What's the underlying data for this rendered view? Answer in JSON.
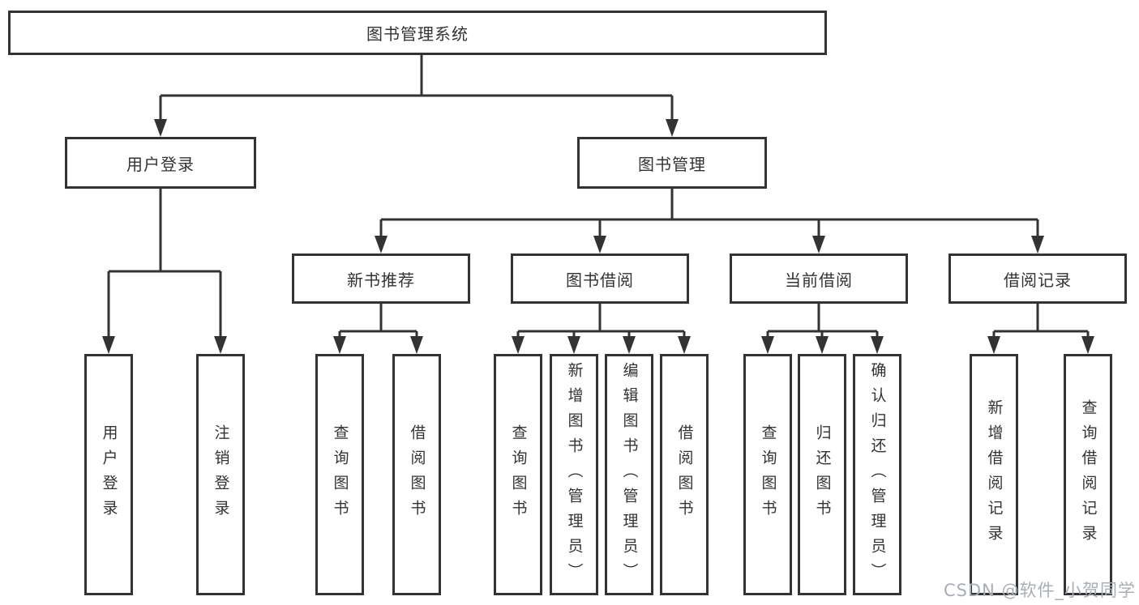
{
  "tree": {
    "root": "图书管理系统",
    "children": [
      {
        "label": "用户登录",
        "children": [
          "用户登录",
          "注销登录"
        ]
      },
      {
        "label": "图书管理",
        "children": [
          {
            "label": "新书推荐",
            "children": [
              "查询图书",
              "借阅图书"
            ]
          },
          {
            "label": "图书借阅",
            "children": [
              "查询图书",
              "新增图书（管理员）",
              "编辑图书（管理员）",
              "借阅图书"
            ]
          },
          {
            "label": "当前借阅",
            "children": [
              "查询图书",
              "归还图书",
              "确认归还（管理员）"
            ]
          },
          {
            "label": "借阅记录",
            "children": [
              "新增借阅记录",
              "查询借阅记录"
            ]
          }
        ]
      }
    ]
  },
  "watermark": "CSDN @软件_小贺同学",
  "colors": {
    "line": "#333333",
    "text": "#333333",
    "box_background": "#ffffff",
    "watermark": "#a9aeb6",
    "background": "#ffffff"
  }
}
